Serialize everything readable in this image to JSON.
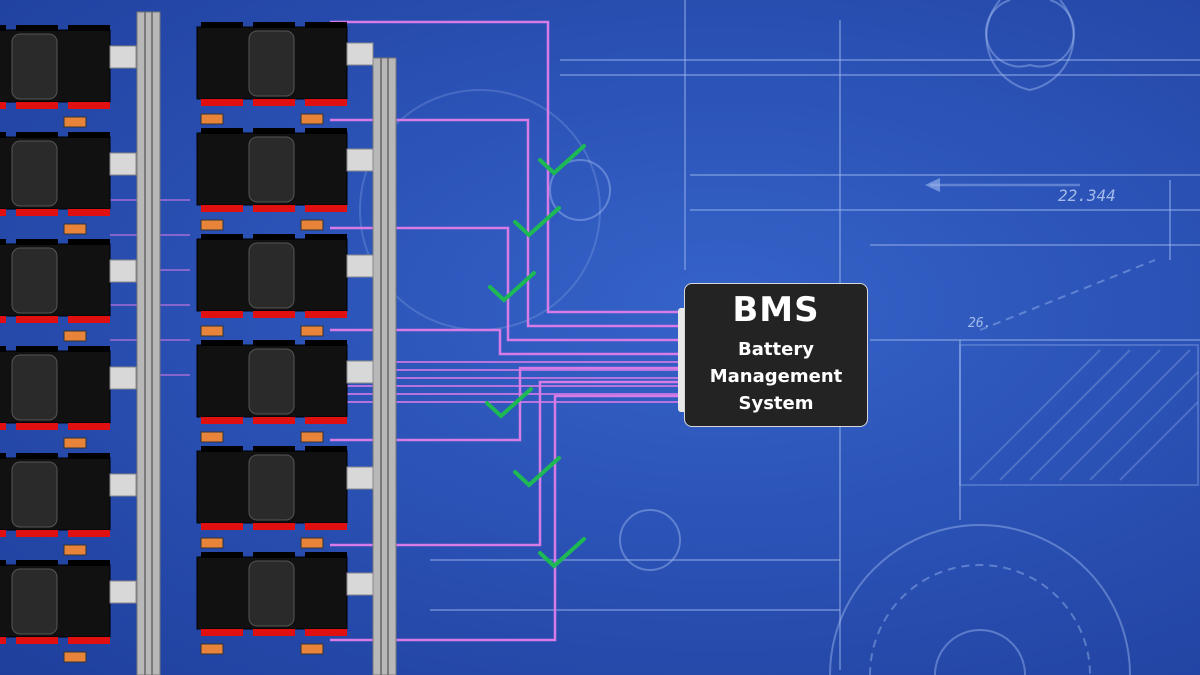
{
  "bms": {
    "title": "BMS",
    "subtitle_lines": [
      "Battery",
      "Management",
      "System"
    ]
  },
  "blueprint_labels": {
    "dimension_1": "22.344",
    "dimension_2": "26."
  },
  "colors": {
    "background": "#2b52b6",
    "cell": "#111111",
    "cell_center": "#2a2a2a",
    "terminal": "#e01010",
    "connector": "#e8843a",
    "wire": "#d77be6",
    "check": "#1db954",
    "rail": "#b8b8b8"
  },
  "checkmarks": 6
}
